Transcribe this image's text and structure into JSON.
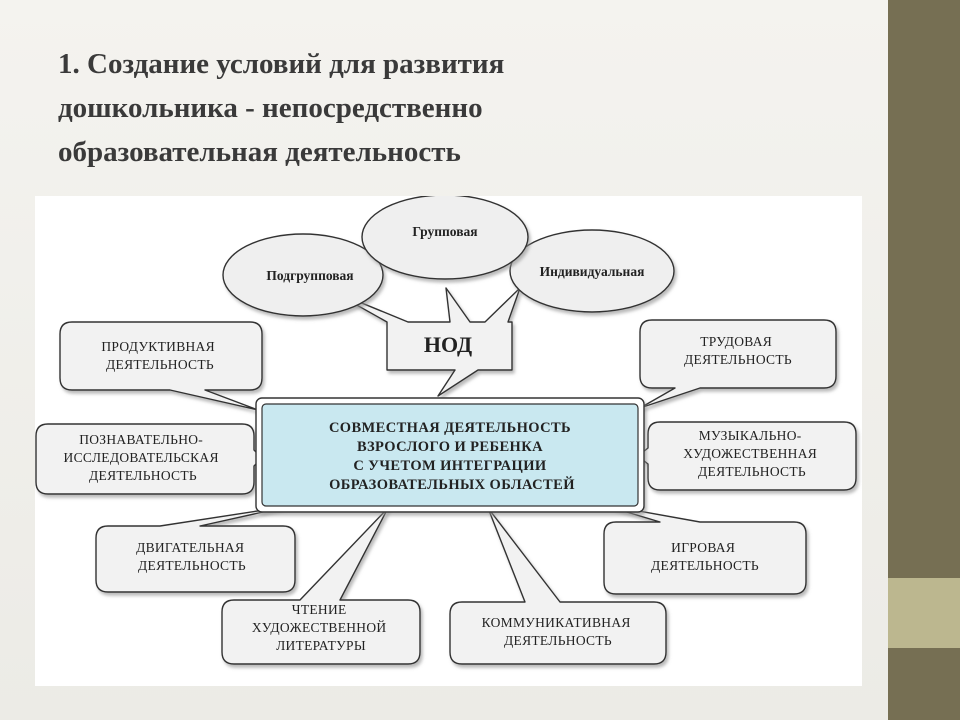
{
  "title": {
    "line1": "1. Создание условий для развития",
    "line2": "дошкольника - непосредственно",
    "line3": "образовательная деятельность"
  },
  "diagram": {
    "top_ellipses": {
      "group": "Групповая",
      "subgroup": "Подгрупповая",
      "individual": "Индивидуальная"
    },
    "nod": "НОД",
    "center": {
      "line1": "СОВМЕСТНАЯ ДЕЯТЕЛЬНОСТЬ",
      "line2": "ВЗРОСЛОГО И РЕБЕНКА",
      "line3": "С УЧЕТОМ ИНТЕГРАЦИИ",
      "line4": "ОБРАЗОВАТЕЛЬНЫХ ОБЛАСТЕЙ"
    },
    "activities": {
      "productive": [
        "ПРОДУКТИВНАЯ",
        "ДЕЯТЕЛЬНОСТЬ"
      ],
      "labor": [
        "ТРУДОВАЯ",
        "ДЕЯТЕЛЬНОСТЬ"
      ],
      "cognitive": [
        "ПОЗНАВАТЕЛЬНО-",
        "ИССЛЕДОВАТЕЛЬСКАЯ",
        "ДЕЯТЕЛЬНОСТЬ"
      ],
      "musical": [
        "МУЗЫКАЛЬНО-",
        "ХУДОЖЕСТВЕННАЯ",
        "ДЕЯТЕЛЬНОСТЬ"
      ],
      "motor": [
        "ДВИГАТЕЛЬНАЯ",
        "ДЕЯТЕЛЬНОСТЬ"
      ],
      "game": [
        "ИГРОВАЯ",
        "ДЕЯТЕЛЬНОСТЬ"
      ],
      "reading": [
        "ЧТЕНИЕ",
        "ХУДОЖЕСТВЕННОЙ",
        "ЛИТЕРАТУРЫ"
      ],
      "communicative": [
        "КОММУНИКАТИВНАЯ",
        "ДЕЯТЕЛЬНОСТЬ"
      ]
    }
  },
  "colors": {
    "sidebar_dark": "#766f53",
    "sidebar_light": "#bcb78f",
    "center_fill": "#c9e8f0",
    "callout_fill": "#f2f2f2"
  }
}
